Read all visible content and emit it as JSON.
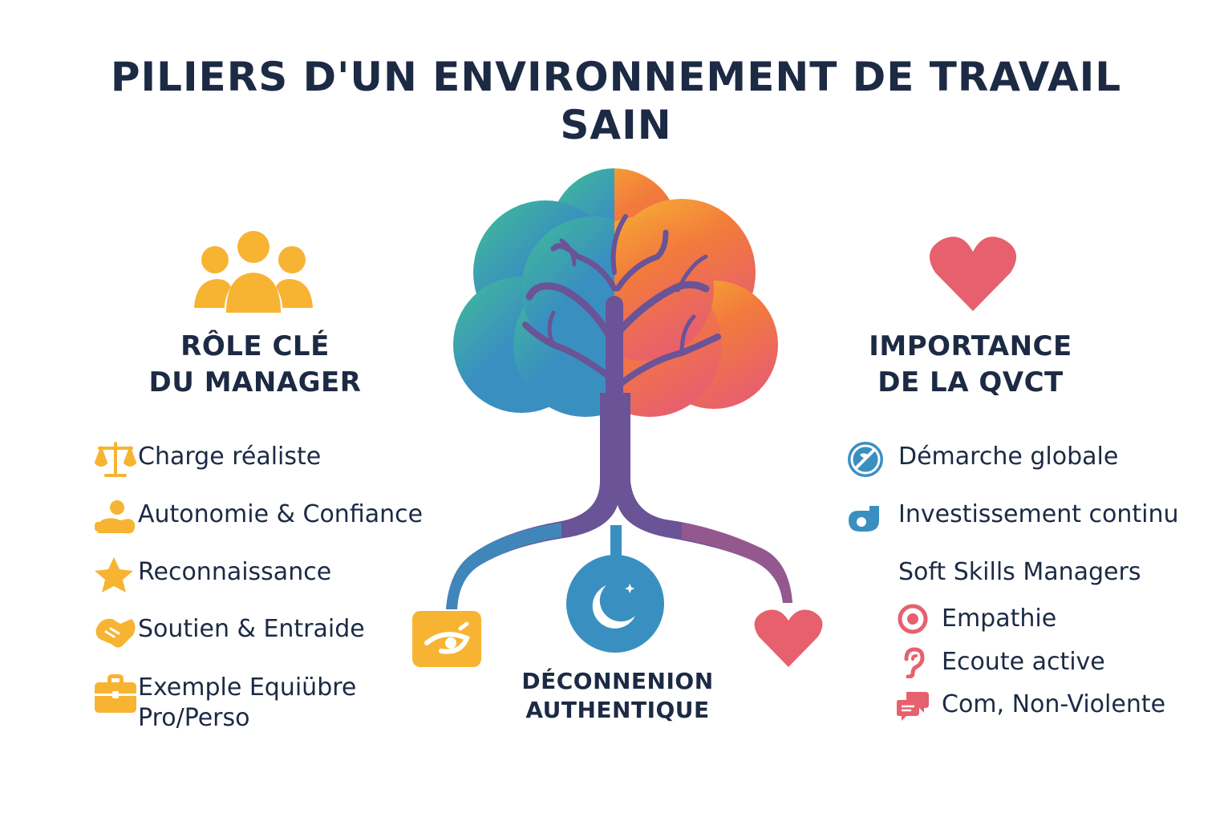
{
  "title": {
    "line1": "PILIERS D'UN ENVIRONNEMENT DE TRAVAIL",
    "line2": "SAIN"
  },
  "left": {
    "heading_line1": "RÔLE CLÉ",
    "heading_line2": "DU MANAGER",
    "icon": "group-icon",
    "items": [
      {
        "label": "Charge réaliste",
        "icon": "scale-icon"
      },
      {
        "label": "Autonomie & Confiance",
        "icon": "person-hands-icon"
      },
      {
        "label": "Reconnaissance",
        "icon": "star-icon"
      },
      {
        "label": "Soutien & Entraide",
        "icon": "handshake-icon"
      },
      {
        "label_line1": "Exemple Equiübre",
        "label_line2": "Pro/Perso",
        "icon": "briefcase-icon"
      }
    ]
  },
  "right": {
    "heading_line1": "IMPORTANCE",
    "heading_line2": "DE LA QVCT",
    "icon": "heart-icon",
    "items": [
      {
        "label": "Démarche globale",
        "icon": "globe-icon"
      },
      {
        "label": "Investissement continu",
        "icon": "chart-icon"
      }
    ],
    "soft_skills_title": "Soft Skills Managers",
    "soft_skills": [
      {
        "label": "Empathie",
        "icon": "empathy-icon"
      },
      {
        "label": "Ecoute active",
        "icon": "ear-icon"
      },
      {
        "label": "Com, Non-Violente",
        "icon": "speech-bubbles-icon"
      }
    ]
  },
  "center": {
    "label_line1": "DÉCONNENION",
    "label_line2": "AUTHENTIQUE",
    "icons": [
      "tree-icon",
      "eye-icon",
      "moon-icon",
      "heart-icon"
    ]
  },
  "colors": {
    "text": "#1c2a44",
    "yellow": "#f7b433",
    "teal": "#3fbf94",
    "blue": "#3a8fc1",
    "orange": "#f27a3c",
    "coral": "#e7606d",
    "purple": "#6a5396"
  }
}
